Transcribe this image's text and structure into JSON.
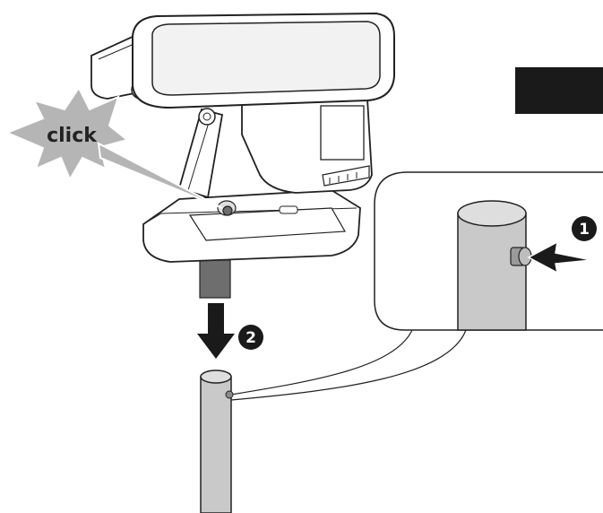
{
  "click_burst": {
    "label": "click"
  },
  "step_one": {
    "label": "1"
  },
  "step_two": {
    "label": "2"
  },
  "colors": {
    "line": "#222222",
    "pole_gray": "#c9c9c9",
    "pole_dark": "#6e6e6e",
    "burst_fill": "#b5b5b5",
    "badge_fill": "#1a1a1a",
    "white": "#ffffff"
  }
}
